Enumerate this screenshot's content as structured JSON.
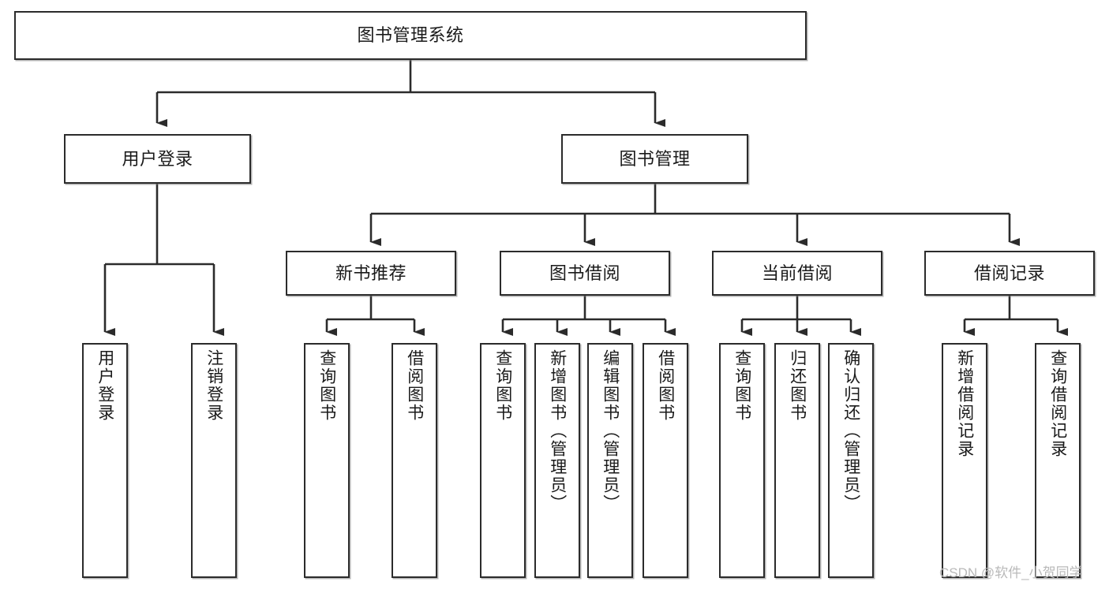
{
  "diagram": {
    "type": "tree-hierarchy-chart",
    "title": "图书管理系统",
    "stroke_color": "#2b2b2b",
    "background_color": "#ffffff",
    "text_color": "#1a1a1a",
    "levels": [
      {
        "level": 0,
        "nodes": [
          {
            "id": "root",
            "label": "图书管理系统",
            "orientation": "horizontal"
          }
        ]
      },
      {
        "level": 1,
        "nodes": [
          {
            "id": "user-login",
            "label": "用户登录",
            "orientation": "horizontal",
            "parent": "root"
          },
          {
            "id": "book-manage",
            "label": "图书管理",
            "orientation": "horizontal",
            "parent": "root"
          }
        ]
      },
      {
        "level": 2,
        "nodes": [
          {
            "id": "new-book-rec",
            "label": "新书推荐",
            "orientation": "horizontal",
            "parent": "book-manage"
          },
          {
            "id": "book-borrow",
            "label": "图书借阅",
            "orientation": "horizontal",
            "parent": "book-manage"
          },
          {
            "id": "current-borrow",
            "label": "当前借阅",
            "orientation": "horizontal",
            "parent": "book-manage"
          },
          {
            "id": "borrow-record",
            "label": "借阅记录",
            "orientation": "horizontal",
            "parent": "book-manage"
          }
        ]
      },
      {
        "level": 3,
        "nodes": [
          {
            "id": "leaf-user-login",
            "label": "用户登录",
            "orientation": "vertical",
            "parent": "user-login"
          },
          {
            "id": "leaf-logout",
            "label": "注销登录",
            "orientation": "vertical",
            "parent": "user-login"
          },
          {
            "id": "leaf-query-book-1",
            "label": "查询图书",
            "orientation": "vertical",
            "parent": "new-book-rec"
          },
          {
            "id": "leaf-borrow-book-1",
            "label": "借阅图书",
            "orientation": "vertical",
            "parent": "new-book-rec"
          },
          {
            "id": "leaf-query-book-2",
            "label": "查询图书",
            "orientation": "vertical",
            "parent": "book-borrow"
          },
          {
            "id": "leaf-add-book",
            "label": "新增图书（管理员）",
            "orientation": "vertical",
            "parent": "book-borrow"
          },
          {
            "id": "leaf-edit-book",
            "label": "编辑图书（管理员）",
            "orientation": "vertical",
            "parent": "book-borrow"
          },
          {
            "id": "leaf-borrow-book-2",
            "label": "借阅图书",
            "orientation": "vertical",
            "parent": "book-borrow"
          },
          {
            "id": "leaf-query-book-3",
            "label": "查询图书",
            "orientation": "vertical",
            "parent": "current-borrow"
          },
          {
            "id": "leaf-return-book",
            "label": "归还图书",
            "orientation": "vertical",
            "parent": "current-borrow"
          },
          {
            "id": "leaf-confirm-return",
            "label": "确认归还（管理员）",
            "orientation": "vertical",
            "parent": "current-borrow"
          },
          {
            "id": "leaf-add-record",
            "label": "新增借阅记录",
            "orientation": "vertical",
            "parent": "borrow-record"
          },
          {
            "id": "leaf-query-record",
            "label": "查询借阅记录",
            "orientation": "vertical",
            "parent": "borrow-record"
          }
        ]
      }
    ]
  },
  "watermark": {
    "text": "CSDN @软件_小贺同学",
    "color": "#b9b9b9"
  }
}
